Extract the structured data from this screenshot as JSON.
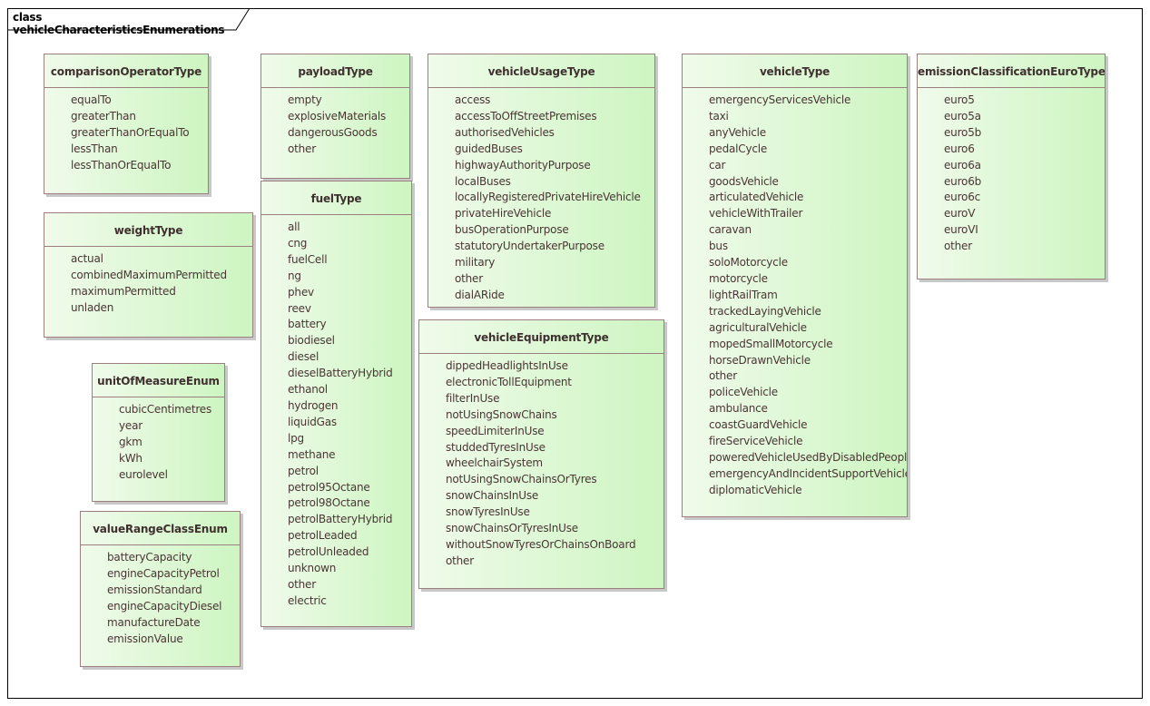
{
  "diagram": {
    "title": "class vehicleCharacteristicsEnumerations",
    "classes": [
      {
        "id": "comparisonOperatorType",
        "name": "comparisonOperatorType",
        "values": [
          "equalTo",
          "greaterThan",
          "greaterThanOrEqualTo",
          "lessThan",
          "lessThanOrEqualTo"
        ]
      },
      {
        "id": "weightType",
        "name": "weightType",
        "values": [
          "actual",
          "combinedMaximumPermitted",
          "maximumPermitted",
          "unladen"
        ]
      },
      {
        "id": "unitOfMeasureEnum",
        "name": "unitOfMeasureEnum",
        "values": [
          "cubicCentimetres",
          "year",
          "gkm",
          "kWh",
          "eurolevel"
        ]
      },
      {
        "id": "valueRangeClassEnum",
        "name": "valueRangeClassEnum",
        "values": [
          "batteryCapacity",
          "engineCapacityPetrol",
          "emissionStandard",
          "engineCapacityDiesel",
          "manufactureDate",
          "emissionValue"
        ]
      },
      {
        "id": "payloadType",
        "name": "payloadType",
        "values": [
          "empty",
          "explosiveMaterials",
          "dangerousGoods",
          "other"
        ]
      },
      {
        "id": "fuelType",
        "name": "fuelType",
        "values": [
          "all",
          "cng",
          "fuelCell",
          "ng",
          "phev",
          "reev",
          "battery",
          "biodiesel",
          "diesel",
          "dieselBatteryHybrid",
          "ethanol",
          "hydrogen",
          "liquidGas",
          "lpg",
          "methane",
          "petrol",
          "petrol95Octane",
          "petrol98Octane",
          "petrolBatteryHybrid",
          "petrolLeaded",
          "petrolUnleaded",
          "unknown",
          "other",
          "electric"
        ]
      },
      {
        "id": "vehicleUsageType",
        "name": "vehicleUsageType",
        "values": [
          "access",
          "accessToOffStreetPremises",
          "authorisedVehicles",
          "guidedBuses",
          "highwayAuthorityPurpose",
          "localBuses",
          "locallyRegisteredPrivateHireVehicle",
          "privateHireVehicle",
          "busOperationPurpose",
          "statutoryUndertakerPurpose",
          "military",
          "other",
          "dialARide"
        ]
      },
      {
        "id": "vehicleEquipmentType",
        "name": "vehicleEquipmentType",
        "values": [
          "dippedHeadlightsInUse",
          "electronicTollEquipment",
          "filterInUse",
          "notUsingSnowChains",
          "speedLimiterInUse",
          "studdedTyresInUse",
          "wheelchairSystem",
          "notUsingSnowChainsOrTyres",
          "snowChainsInUse",
          "snowTyresInUse",
          "snowChainsOrTyresInUse",
          "withoutSnowTyresOrChainsOnBoard",
          "other"
        ]
      },
      {
        "id": "vehicleType",
        "name": "vehicleType",
        "values": [
          "emergencyServicesVehicle",
          "taxi",
          "anyVehicle",
          "pedalCycle",
          "car",
          "goodsVehicle",
          "articulatedVehicle",
          "vehicleWithTrailer",
          "caravan",
          "bus",
          "soloMotorcycle",
          "motorcycle",
          "lightRailTram",
          "trackedLayingVehicle",
          "agriculturalVehicle",
          "mopedSmallMotorcycle",
          "horseDrawnVehicle",
          "other",
          "policeVehicle",
          "ambulance",
          "coastGuardVehicle",
          "fireServiceVehicle",
          "poweredVehicleUsedByDisabledPeople",
          "emergencyAndIncidentSupportVehicle",
          "diplomaticVehicle"
        ]
      },
      {
        "id": "emissionClassificationEuroType",
        "name": "emissionClassificationEuroType",
        "values": [
          "euro5",
          "euro5a",
          "euro5b",
          "euro6",
          "euro6a",
          "euro6b",
          "euro6c",
          "euroV",
          "euroVI",
          "other"
        ]
      }
    ]
  }
}
